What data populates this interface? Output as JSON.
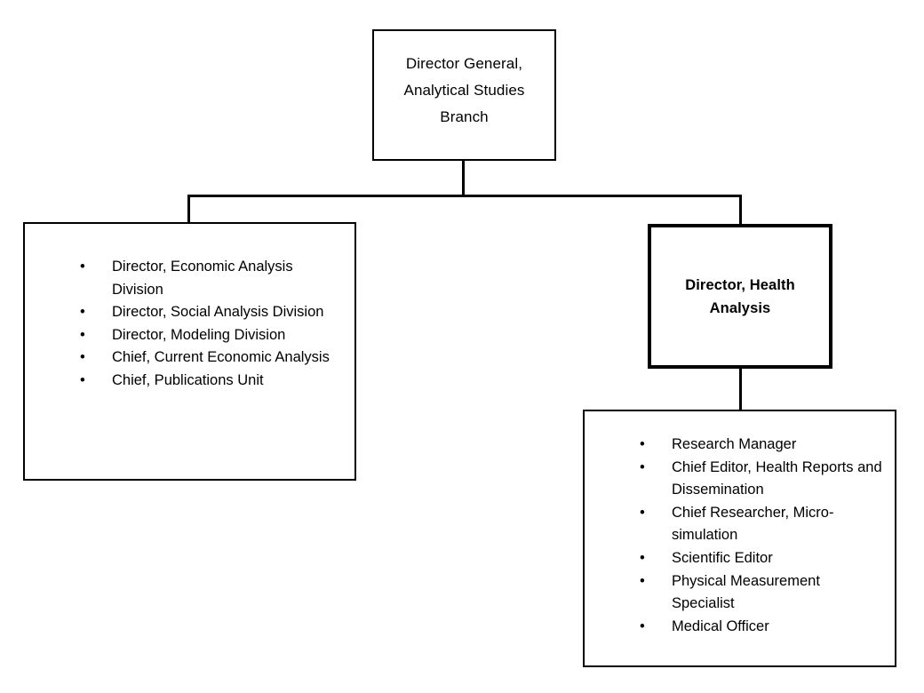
{
  "diagram": {
    "title": "Analytical Studies Branch Organizational Chart",
    "type": "org-chart",
    "background_color": "#ffffff",
    "line_color": "#000000",
    "text_color": "#000000"
  },
  "nodes": {
    "root": {
      "label": "Director General,\nAnalytical Studies\nBranch",
      "bold": false
    },
    "left_roles": {
      "bullet_glyph": "•",
      "items": [
        "Director, Economic Analysis Division",
        "Director, Social Analysis Division",
        "Director, Modeling Division",
        "Chief, Current Economic Analysis",
        "Chief, Publications Unit"
      ]
    },
    "health_director": {
      "label": "Director, Health\nAnalysis",
      "bold": true
    },
    "health_roles": {
      "bullet_glyph": "•",
      "items": [
        "Research Manager",
        "Chief Editor, Health Reports and Dissemination",
        "Chief Researcher, Micro-simulation",
        "Scientific Editor",
        "Physical Measurement Specialist",
        "Medical Officer"
      ]
    }
  }
}
